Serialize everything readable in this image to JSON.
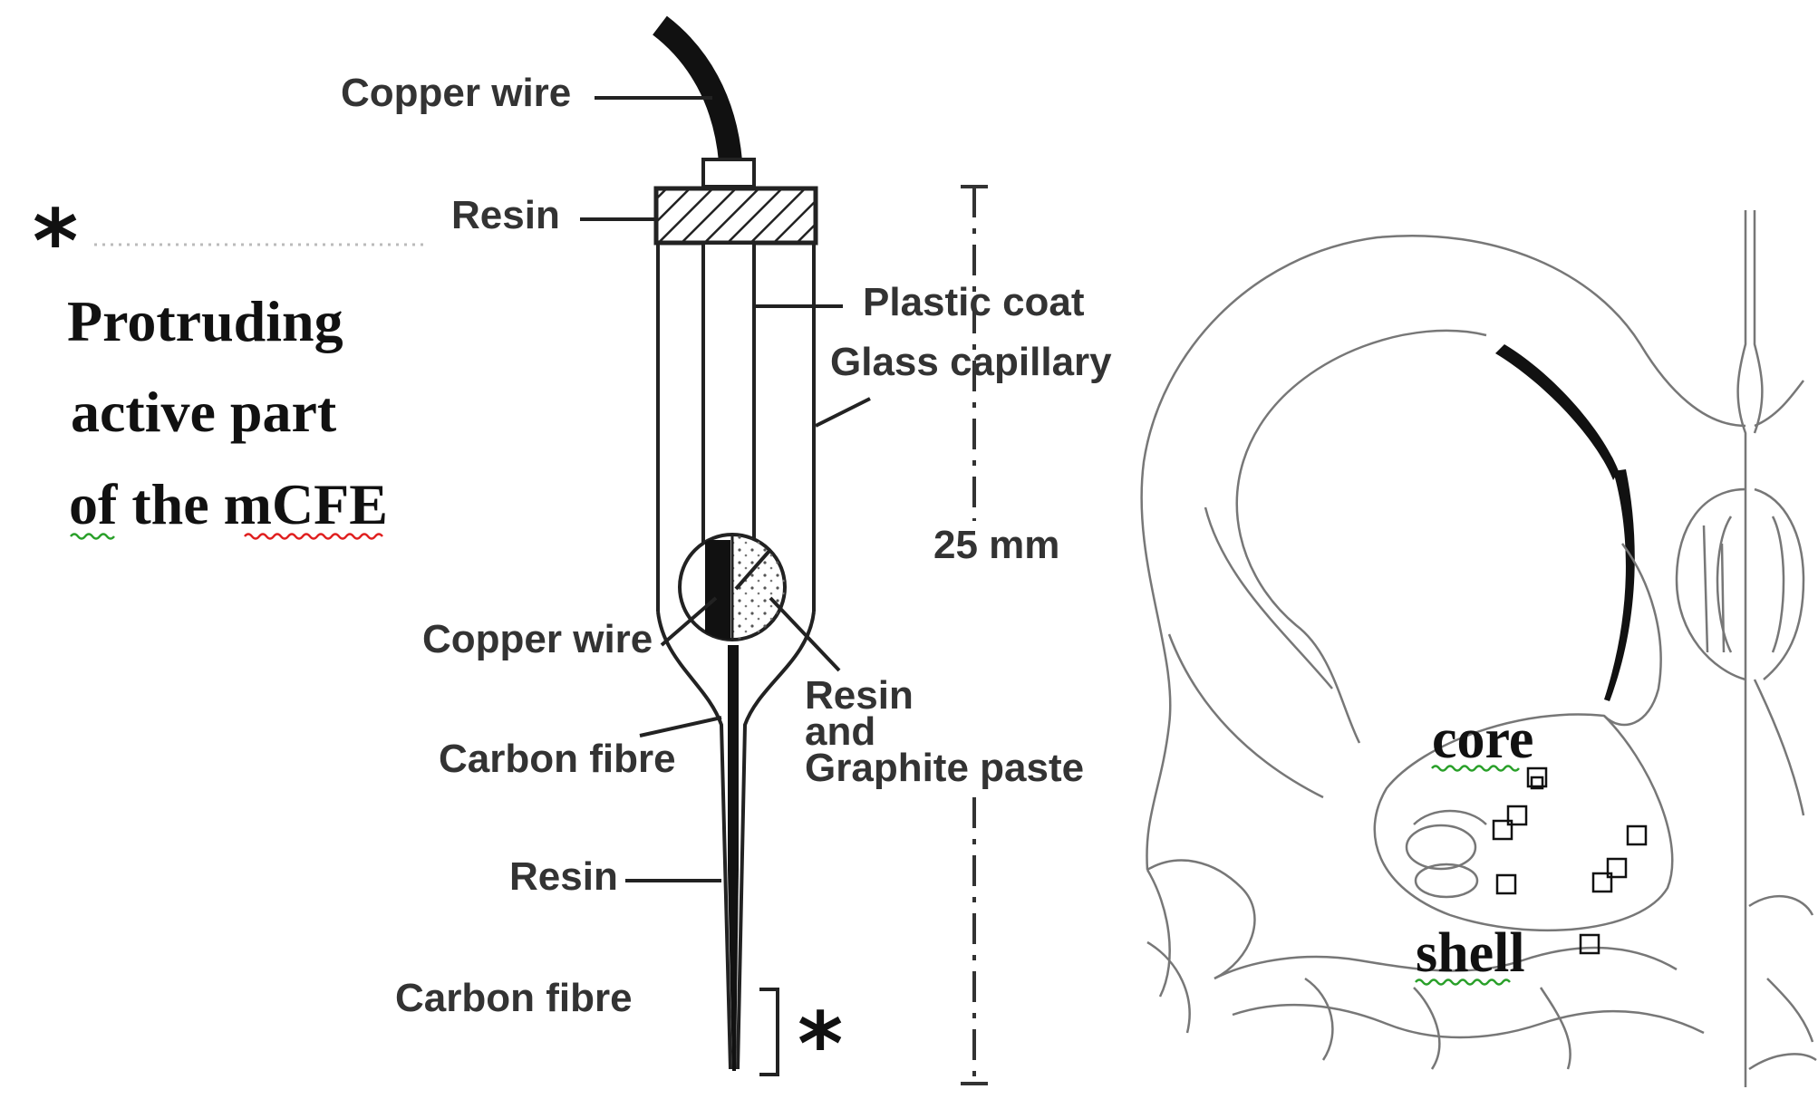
{
  "left_panel": {
    "annotation_lines": [
      "Protruding",
      "active part",
      "of the mCFE"
    ],
    "asterisk_top": "*",
    "asterisk_bottom": "*",
    "labels": {
      "copper_wire_top": "Copper wire",
      "resin_top": "Resin",
      "plastic_coat": "Plastic coat",
      "glass_capillary": "Glass capillary",
      "length": "25 mm",
      "copper_wire_mid": "Copper wire",
      "resin_and_graphite": [
        "Resin",
        "and",
        "Graphite paste"
      ],
      "carbon_fibre_mid": "Carbon fibre",
      "resin_bottom": "Resin",
      "carbon_fibre_bottom": "Carbon fibre"
    }
  },
  "right_panel": {
    "regions": {
      "core": "core",
      "shell": "shell"
    },
    "marker_count": 9
  }
}
